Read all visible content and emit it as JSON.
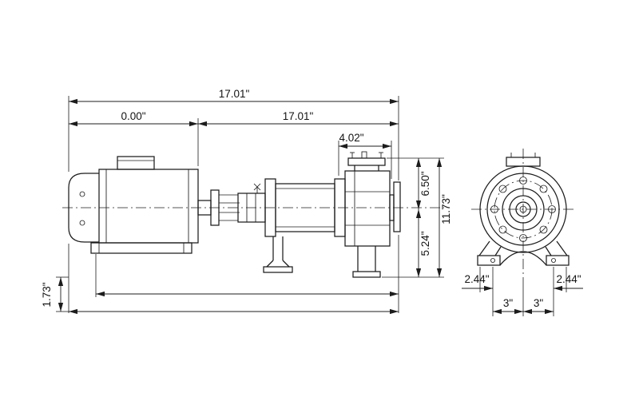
{
  "page": {
    "background": "#ffffff",
    "line_color": "#1c1c1c"
  },
  "drawing": {
    "type": "engineering-dimension-drawing",
    "views": {
      "side_view": "motor and pump side elevation",
      "front_view": "pump front elevation"
    },
    "dimensions": {
      "overall_length": "17.01\"",
      "motor_offset": "0.00\"",
      "pump_length": "17.01\"",
      "head_length": "4.02\"",
      "center_to_suction_top": "6.50\"",
      "center_to_base": "5.24\"",
      "overall_height": "11.73\"",
      "base_height": "1.73\"",
      "foot_left": "2.44\"",
      "foot_right": "2.44\"",
      "bolt_spacing_left": "3\"",
      "bolt_spacing_right": "3\""
    }
  }
}
